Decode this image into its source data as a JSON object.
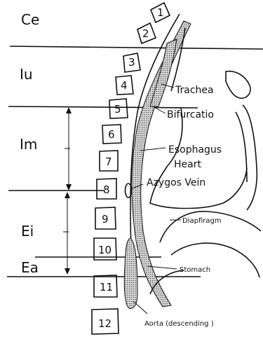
{
  "regions": {
    "ce": "Ce",
    "iu": "Iu",
    "im": "Im",
    "ei": "Ei",
    "ea": "Ea"
  },
  "vertebrae": [
    "1",
    "2",
    "3",
    "4",
    "5",
    "6",
    "7",
    "8",
    "9",
    "10",
    "11",
    "12"
  ],
  "labels": {
    "trachea": "Trachea",
    "bifurcation": "Bifurcatio",
    "esophagus": "Esophagus",
    "heart": "Heart",
    "azygos": "Azygos Vein",
    "diaphragm": "Diapfiragm",
    "stomach": "Stomach",
    "aorta": "Aorta (descending )"
  },
  "colors": {
    "ink": "#111111",
    "paper": "#ffffff",
    "shade": "#9a9a9a"
  }
}
